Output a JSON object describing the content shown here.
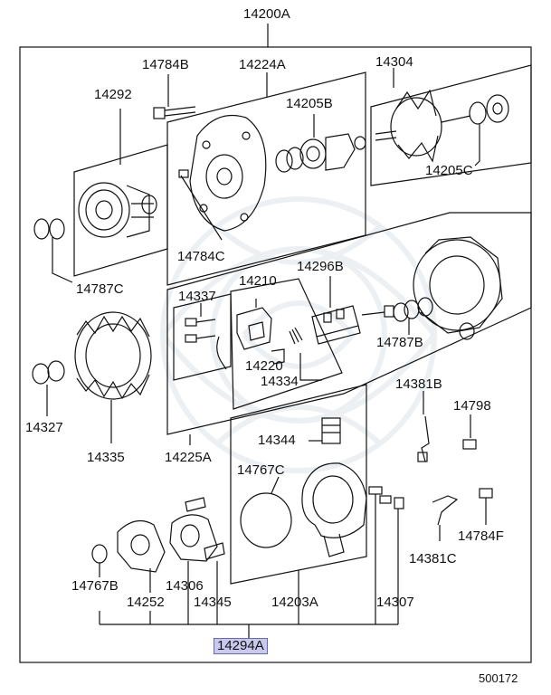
{
  "labels": {
    "assembly_top": "14200A",
    "p14784B": "14784B",
    "p14224A": "14224A",
    "p14304": "14304",
    "p14292": "14292",
    "p14205B": "14205B",
    "p14205C": "14205C",
    "p14784C": "14784C",
    "p14787C": "14787C",
    "p14296B": "14296B",
    "p14210": "14210",
    "p14337": "14337",
    "p14787B": "14787B",
    "p14220": "14220",
    "p14334": "14334",
    "p14381B": "14381B",
    "p14798": "14798",
    "p14327": "14327",
    "p14335": "14335",
    "p14225A": "14225A",
    "p14344": "14344",
    "p14767C": "14767C",
    "p14784F": "14784F",
    "p14381C": "14381C",
    "p14767B": "14767B",
    "p14306": "14306",
    "p14252": "14252",
    "p14345": "14345",
    "p14203A": "14203A",
    "p14307": "14307",
    "assembly_bottom": "14294A",
    "diagram_number": "500172"
  },
  "colors": {
    "line": "#111111",
    "highlight_fill": "#c9c9ee",
    "highlight_border": "#6a6ab0"
  }
}
